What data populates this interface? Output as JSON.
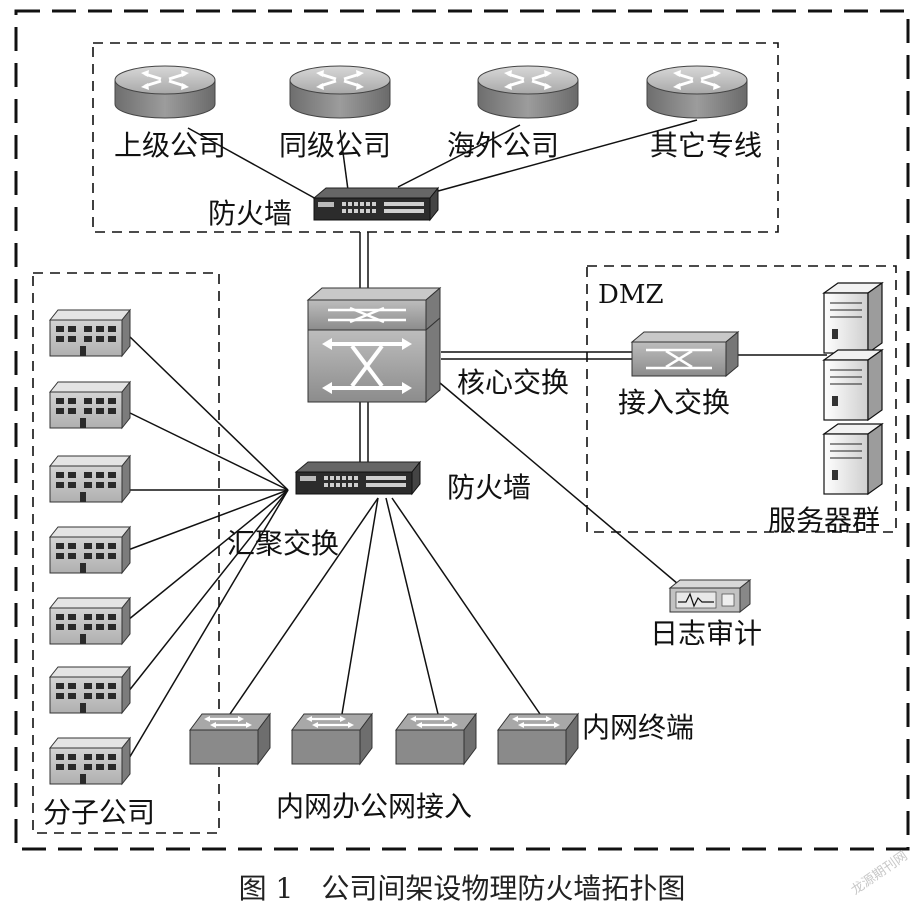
{
  "diagram": {
    "groups": {
      "upper": "",
      "dmz": "DMZ",
      "branch": "分子公司"
    },
    "routers": [
      {
        "label": "上级公司"
      },
      {
        "label": "同级公司"
      },
      {
        "label": "海外公司"
      },
      {
        "label": "其它专线"
      }
    ],
    "firewall_top": "防火墙",
    "core_switch": "核心交换",
    "access_switch": "接入交换",
    "server_group": "服务器群",
    "agg_firewall": "防火墙",
    "agg_switch": "汇聚交换",
    "log_audit": "日志审计",
    "intranet_terminal": "内网终端",
    "intranet_office": "内网办公网接入",
    "branch_count": 7,
    "intranet_switch_count": 4
  },
  "caption": "图 1　公司间架设物理防火墙拓扑图",
  "watermark": "龙源期刊网",
  "colors": {
    "device_gray": "#9a9a9a",
    "device_dark": "#3a3a3a",
    "line": "#111111"
  }
}
